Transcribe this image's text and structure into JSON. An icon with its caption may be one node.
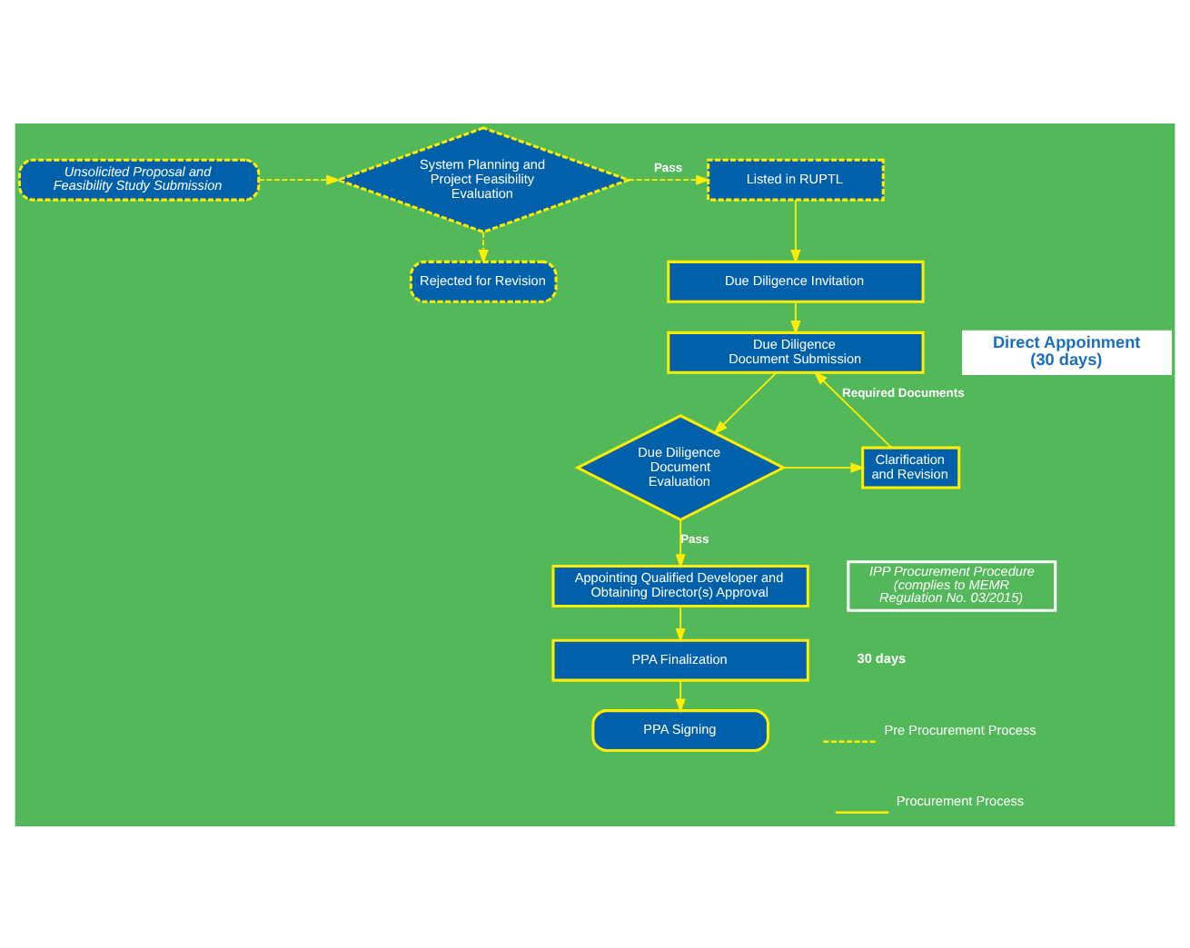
{
  "diagram": {
    "nodes": [
      {
        "text": [
          "Listed in RUPTL"
        ]
      },
      {
        "text": [
          "System Planning and Project Feasibility Evaluation"
        ]
      },
      {
        "text": [
          "Unsolicited Proposal and Feasibility Study Submission"
        ]
      },
      {
        "text": [
          "Due Diligence Invitation"
        ]
      },
      {
        "text": [
          "Rejected for Revision"
        ]
      },
      {
        "text": [
          "Due Diligence Document Submission"
        ]
      },
      {
        "text": [
          "Due Diligence Document Evaluation"
        ]
      },
      {
        "text": [
          "Clarification and Revision"
        ]
      },
      {
        "text": [
          "Appointing Qualified Developer and Obtaining Director(s) Approval"
        ]
      },
      {
        "text": [
          "PPA Finalization"
        ]
      },
      {
        "text": [
          "PPA Signing"
        ]
      },
      {
        "text": [
          "Direct Appoinment (30 days)"
        ]
      },
      {
        "text": [
          "IPP Procurement Procedure (complies to MEMR Regulation No. 03/2015)"
        ]
      }
    ],
    "edges": [
      {
        "from": 2,
        "to": 1,
        "arrow": "to",
        "style": "dashed"
      },
      {
        "from": 1,
        "to": 0,
        "arrow": "to",
        "label": "Pass",
        "style": "dashed"
      },
      {
        "from": 1,
        "to": 4,
        "arrow": "to",
        "style": "dashed"
      },
      {
        "from": 0,
        "to": 3,
        "arrow": "to"
      },
      {
        "from": 3,
        "to": 5,
        "arrow": "to"
      },
      {
        "from": 5,
        "to": 6,
        "arrow": "to"
      },
      {
        "from": 6,
        "to": 7,
        "arrow": "to"
      },
      {
        "from": 7,
        "to": 5,
        "arrow": "to",
        "label": "Required Documents"
      },
      {
        "from": 6,
        "to": 8,
        "arrow": "to",
        "label": "Pass"
      },
      {
        "from": 8,
        "to": 9,
        "arrow": "to"
      },
      {
        "from": 9,
        "to": 10,
        "arrow": "to"
      }
    ],
    "labels": [
      "30 days"
    ],
    "legend": [
      {
        "text": "Pre Procurement Process"
      },
      {
        "text": "Procurement Process"
      }
    ]
  }
}
